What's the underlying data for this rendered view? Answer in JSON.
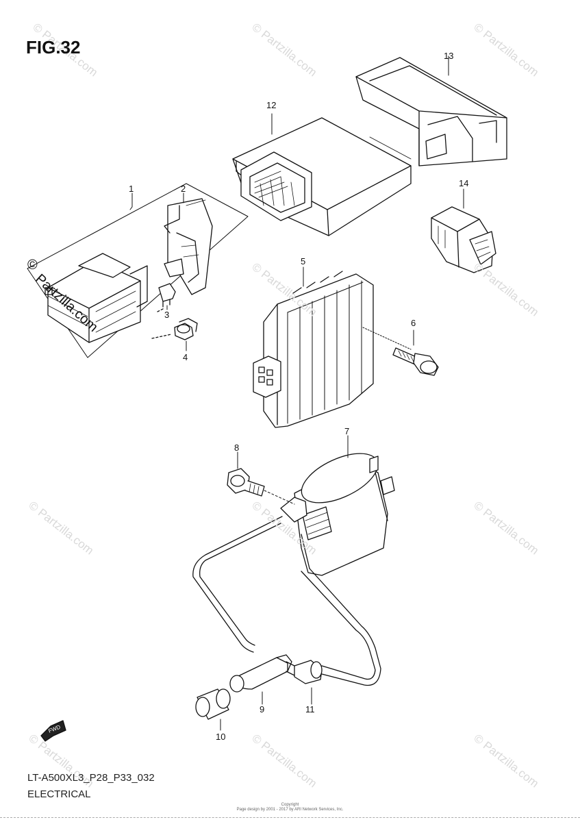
{
  "figure": {
    "title": "FIG.32"
  },
  "part_numbers": [
    "1",
    "2",
    "3",
    "4",
    "5",
    "6",
    "7",
    "8",
    "9",
    "10",
    "11",
    "12",
    "13",
    "14"
  ],
  "fwd_label": "FWD",
  "footer": {
    "model_code": "LT-A500XL3_P28_P33_032",
    "section": "ELECTRICAL"
  },
  "copyright": {
    "line1": "Copyright",
    "line2": "Page design by 2001 - 2017 by ARI Network Services, Inc."
  },
  "watermark": {
    "symbol": "©",
    "text": "Partzilla.com",
    "dark_text": "Partzilla.com"
  }
}
